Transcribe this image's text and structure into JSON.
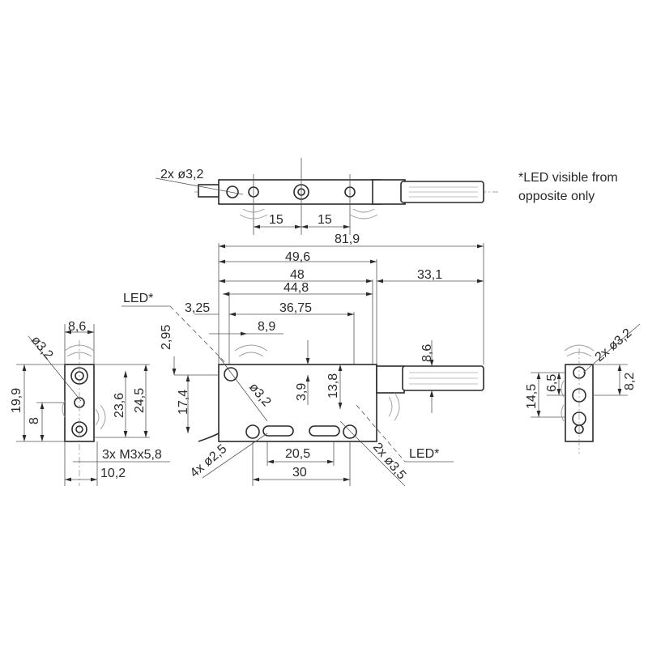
{
  "note": {
    "line1": "*LED visible from",
    "line2": "opposite only"
  },
  "top_view": {
    "holes": "2x ø3,2",
    "pitch_left": "15",
    "pitch_right": "15",
    "overall": "81,9"
  },
  "front_view": {
    "d_49_6": "49,6",
    "d_48": "48",
    "d_44_8": "44,8",
    "d_36_75": "36,75",
    "d_3_25": "3,25",
    "d_8_9": "8,9",
    "d_33_1": "33,1",
    "led_left": "LED*",
    "d_2_95": "2,95",
    "d_8_6": "8,6",
    "d_3_9": "3,9",
    "d_13_8": "13,8",
    "d_17_4": "17,4",
    "hole_3_2": "ø3,2",
    "d_20_5": "20,5",
    "d_30": "30",
    "holes_2_5": "4x ø2,5",
    "holes_3_5": "2x ø3,5",
    "led_right": "LED*"
  },
  "left_view": {
    "d_8_6": "8,6",
    "hole_3_2": "ø3,2",
    "d_19_9": "19,9",
    "d_8": "8",
    "d_23_6": "23,6",
    "d_24_5": "24,5",
    "thread": "3x M3x5,8",
    "d_10_2": "10,2"
  },
  "right_view": {
    "holes": "2x ø3,2",
    "d_6_5": "6,5",
    "d_14_5": "14,5",
    "d_8_2": "8,2"
  }
}
